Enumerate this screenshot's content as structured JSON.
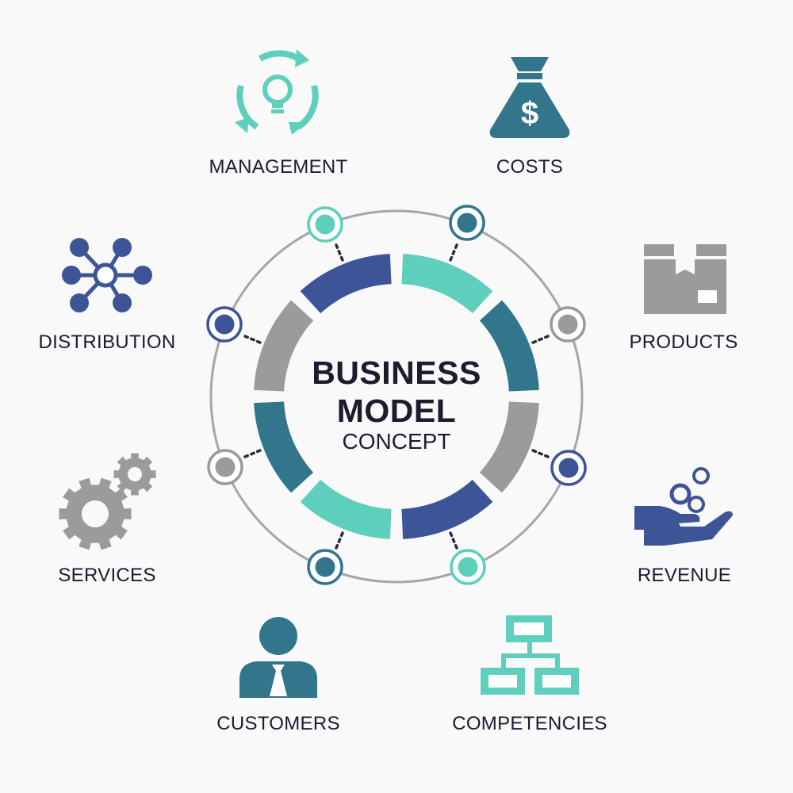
{
  "center": {
    "line1": "BUSINESS",
    "line2": "MODEL",
    "line3": "CONCEPT"
  },
  "labels": {
    "management": "MANAGEMENT",
    "costs": "COSTS",
    "distribution": "DISTRIBUTION",
    "products": "PRODUCTS",
    "services": "SERVICES",
    "revenue": "REVENUE",
    "customers": "CUSTOMERS",
    "competencies": "COMPETENCIES"
  },
  "icons": {
    "management": "lightbulb-cycle-icon",
    "costs": "money-bag-icon",
    "distribution": "network-nodes-icon",
    "products": "box-icon",
    "services": "gears-icon",
    "revenue": "hand-coins-icon",
    "customers": "person-icon",
    "competencies": "hierarchy-icon"
  },
  "colors": {
    "teal": "#5ecfbd",
    "dark_teal": "#33768c",
    "navy": "#3d5496",
    "gray": "#9a9b9d",
    "text": "#1b1c2e"
  }
}
